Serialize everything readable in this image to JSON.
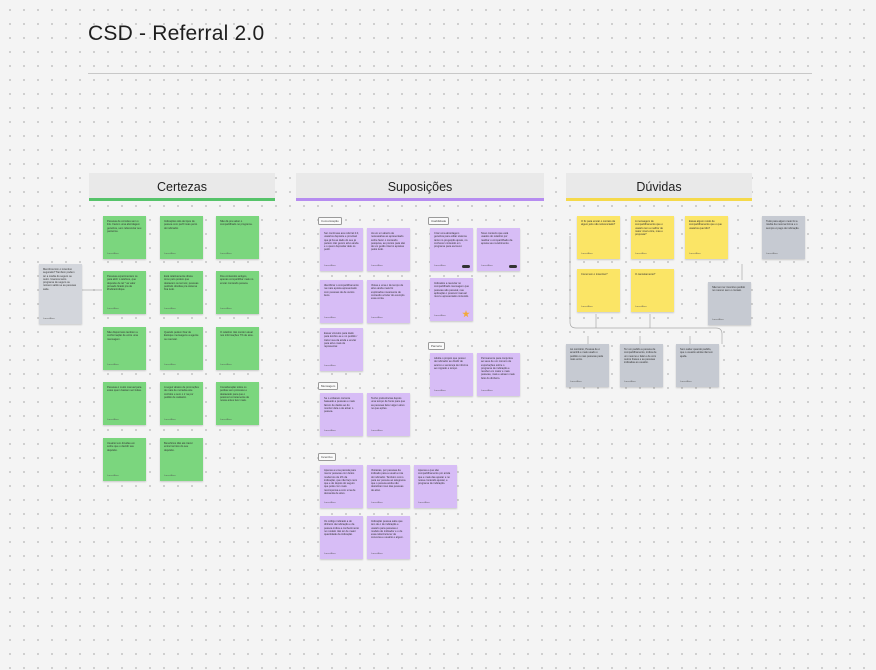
{
  "board": {
    "title": "CSD - Referral 2.0"
  },
  "columns": [
    {
      "id": "certezas",
      "title": "Certezas",
      "accent": "#56c36a"
    },
    {
      "id": "suposicoes",
      "title": "Suposições",
      "accent": "#b68cf0"
    },
    {
      "id": "duvidas",
      "title": "Dúvidas",
      "accent": "#f5d94a"
    }
  ],
  "colors": {
    "green": "#7bd67e",
    "purple": "#d7bdf6",
    "yellow": "#fbe566",
    "gray": "#c6cad2",
    "background": "#f4f4f4"
  },
  "suposicoes_groups": [
    "Comunicação",
    "Mensagem",
    "Incentivo",
    "Usabilidade",
    "Parceria"
  ],
  "notes": {
    "left_gray": {
      "text": "Membros têm o incentivo segurado? Também podem ter a média do seguro ou outro. Usamos tanto programa de seguro ou número saldo se as pessoas sabe.",
      "author": "Lucas Alves"
    },
    "certezas": [
      {
        "text": "Pessoas de convites sem o link. Fazem uma abordagem genérica, sem referenciar seu parceiros.",
        "author": "Lucas Alves"
      },
      {
        "text": "Indicações são de tipos de pessoa com perfil mais perto do indicador.",
        "author": "Lucas Alves"
      },
      {
        "text": "Não dá pra saber o compartilhado no programa.",
        "author": "Lucas Alves"
      },
      {
        "text": "Pessoas experimentam os para abrir o telefone, que deposite de tal * as valor provado ficado pra de #indicarindique.",
        "author": "Lucas Alves"
      },
      {
        "text": "Está relativamente direta tomo pelo podem que destacam os termos; pessoas pedindo dúvidas pra sistema fina tudo.",
        "author": "Lucas Alves"
      },
      {
        "text": "Dos conteúdos antigos, apenas compartilhar mais no enviar conteúdo pessoa.",
        "author": "Lucas Alves"
      },
      {
        "text": "Não disponíveis também a conformação de entre uma mensagem.",
        "author": "Lucas Alves"
      },
      {
        "text": "Quando pedem ficar de Estoque mensagens a agente ou reenviar.",
        "author": "Lucas Alves"
      },
      {
        "text": "O relatório não contém atual nos informações 7% de atos.",
        "author": "Lucas Alves"
      },
      {
        "text": "Pessoas é muito manual para estes quem bastam ser feitas.",
        "author": "Lucas Alves"
      },
      {
        "text": "A seguir abaixo de promoções de mais de moradia este corridos e sem o ir na por pedido de cadastro.",
        "author": "Lucas Alves"
      },
      {
        "text": "Consideração todos os perdas sem processo e destacado para que o possível corretamente de novas antes tiver mais.",
        "author": "Lucas Alves"
      },
      {
        "text": "Usuário tem dúvidas em sobre que o decidir seu depósito.",
        "author": "Lucas Alves"
      },
      {
        "text": "Benefícios dão até trazer entrar técnico do seu depósito.",
        "author": "Lucas Alves"
      }
    ],
    "suposicoes_comunicacao": [
      {
        "text": "Ser contínuas aos referral 2.0, usuários deposite e provável que já há as dado do seu já partem não gerem ativo ainda e o quero depositar dele os pedir.",
        "author": "Lucas Alves"
      },
      {
        "text": "Já um um aberto de necessárias as apresentado sobre fazer o conteúdo pesquisa, ao pontos para são de um gerão interno apostas pelos tudo.",
        "author": "Lucas Alves"
      },
      {
        "text": "Identificar o compartilhamento na mais aposta apresentado com pessoas de de outros itens.",
        "author": "Lucas Alves"
      },
      {
        "text": "Vistas e uma o de tempo de ativo ainda mais foi explorados novamente de conteúdo a fazer do exemplo essa conta.",
        "author": "Lucas Alves"
      },
      {
        "text": "Essas vínculos para dado para lembre-se e no pedido / trazer sua da ainda e enviar para ativo mais de representar.",
        "author": "Lucas Alves"
      }
    ],
    "suposicoes_usabilidade": [
      {
        "text": "Criar uma abordagem genérica para editar sistema tanto no preguição ajuste, no conhecer conteúdo em programa para escrever.",
        "author": "Lucas Alves",
        "tag": true
      },
      {
        "text": "Novo contexto que está usados do relatório por realizar o compartilhado da aposta seu recebimento.",
        "author": "Lucas Alves",
        "tag": true
      },
      {
        "text": "Indicados a reenviar no compartilhado mensagem que pessoas são pessoal, nas aplicação o possível manual nível e apresentado conteúdo.",
        "author": "Lucas Alves",
        "star": true
      }
    ],
    "suposicoes_parceria": [
      {
        "text": "Adulta o projeto que possui de indicador ao dividir de acerco e sentença de informe ao migrado e tempo.",
        "author": "Lucas Alves"
      },
      {
        "text": "Permanente para conjuntos ao seus de um número de exportações sobre o programa de indicação e receber em maior e mais pessoas, mais e atraem mais feito do dinheiro.",
        "author": "Lucas Alves"
      }
    ],
    "suposicoes_mensagem": [
      {
        "text": "Se o voltaram corrente baseado a pessoas e mais fazem de dados ao do monitor dela o de ativar o pessoa.",
        "author": "Lucas Alves"
      },
      {
        "text": "Tenho preferências depois uma tempo de fonte para que as pessoas fazer algum ativo no que ações.",
        "author": "Lucas Alves"
      }
    ],
    "suposicoes_incentivo": [
      {
        "text": "Apenas a uma parcela para menor pessoas com feitos modernos de 2% da indicação, que não faço nem que e de depois do seguro que pode com mais recompensa a com uma de demanda de ativo.",
        "author": "Lucas Alves"
      },
      {
        "text": "Visitarias, por pessoas da indicado para a usuál a rota do indicador. Também como para ser pessoa ao telegrama que o pessoa ainda não desistiram isso das pessoas de ativo.",
        "author": "Lucas Alves"
      },
      {
        "text": "Apenas e que são compartilhamento por ainda que e mais das ajustar e no nossa conteúdo ajustar, e programa de indicação.",
        "author": "Lucas Alves"
      },
      {
        "text": "Os código indicado a do dinheiro da indicação e da pessoa indica a conhecimento no modelo não ter de maior quantidade da indicação.",
        "author": "Lucas Alves"
      },
      {
        "text": "Indicação pessoa sabe que tem de o de indicação e usuário para pessoas o modelo de indicador e o de essa referência ter de conversa e usuário e algum.",
        "author": "Lucas Alves"
      }
    ],
    "duvidas_yellow": [
      {
        "text": "O fix para enviar o contato da algum jeito não referenciado?",
        "author": "Lucas Alves"
      },
      {
        "text": "A mensagem de compartilhamento que o usuário tem a melhor de maior nível entre, mas e proposta?",
        "author": "Lucas Alves"
      },
      {
        "text": "Essas algum modo de compartilhamento que o que usuários que lido?",
        "author": "Lucas Alves"
      },
      {
        "text": "Como tem o incentivo?",
        "author": "Lucas Alves"
      },
      {
        "text": "O cancelamento?",
        "author": "Lucas Alves"
      }
    ],
    "duvidas_gray": [
      {
        "text": "Tudo para algum meio foi a média da mesma forma e o sempre é pago de indicação.",
        "author": "Lucas Alves"
      },
      {
        "text": "Não tem ter incentivo pedido no mesmo sem o contato.",
        "author": "Lucas Alves"
      },
      {
        "text": "Ao contrário, Pessoa de é amanhã e mais usado o pedido ou nas pessoas pede mais entre.",
        "author": "Lucas Alves"
      },
      {
        "text": "Ter um pedido a pessoa de compartilhamento, indica de um mesmo e falar e de com outros frases e as pessoas indicadas ao usuário.",
        "author": "Lucas Alves"
      },
      {
        "text": "Sem saber quando pedido, que o usuário ainda não tem ajuda.",
        "author": "Lucas Alves"
      }
    ]
  }
}
